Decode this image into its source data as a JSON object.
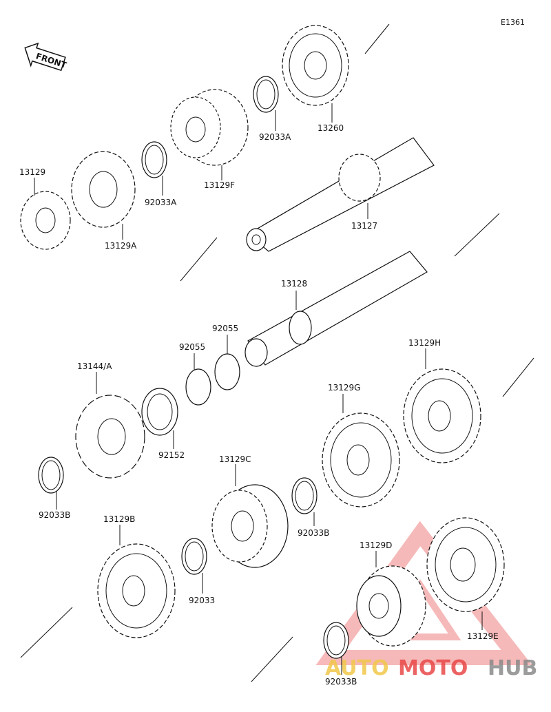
{
  "diagram_ref": "E1361",
  "front_label": "FRONT",
  "labels": {
    "p13260": "13260",
    "p92033A_top": "92033A",
    "p13129F": "13129F",
    "p92033A_mid": "92033A",
    "p13129_top": "13129",
    "p13129A": "13129A",
    "p13127": "13127",
    "p13128": "13128",
    "p92055_a": "92055",
    "p92055_b": "92055",
    "p13144A": "13144/A",
    "p92152": "92152",
    "p13129H": "13129H",
    "p13129G": "13129G",
    "p92033B_left": "92033B",
    "p13129C": "13129C",
    "p92033B_mid": "92033B",
    "p13129B": "13129B",
    "p92033": "92033",
    "p13129D": "13129D",
    "p13129E": "13129E",
    "p92033B_bottom": "92033B"
  },
  "watermark": {
    "part1": "AUTO",
    "part2": "MOTO",
    "part3": "HUB",
    "colors": {
      "part1": "#f2c84b",
      "part2": "#e94848",
      "part3": "#8a8a8a",
      "triangle": "#f08080"
    }
  }
}
